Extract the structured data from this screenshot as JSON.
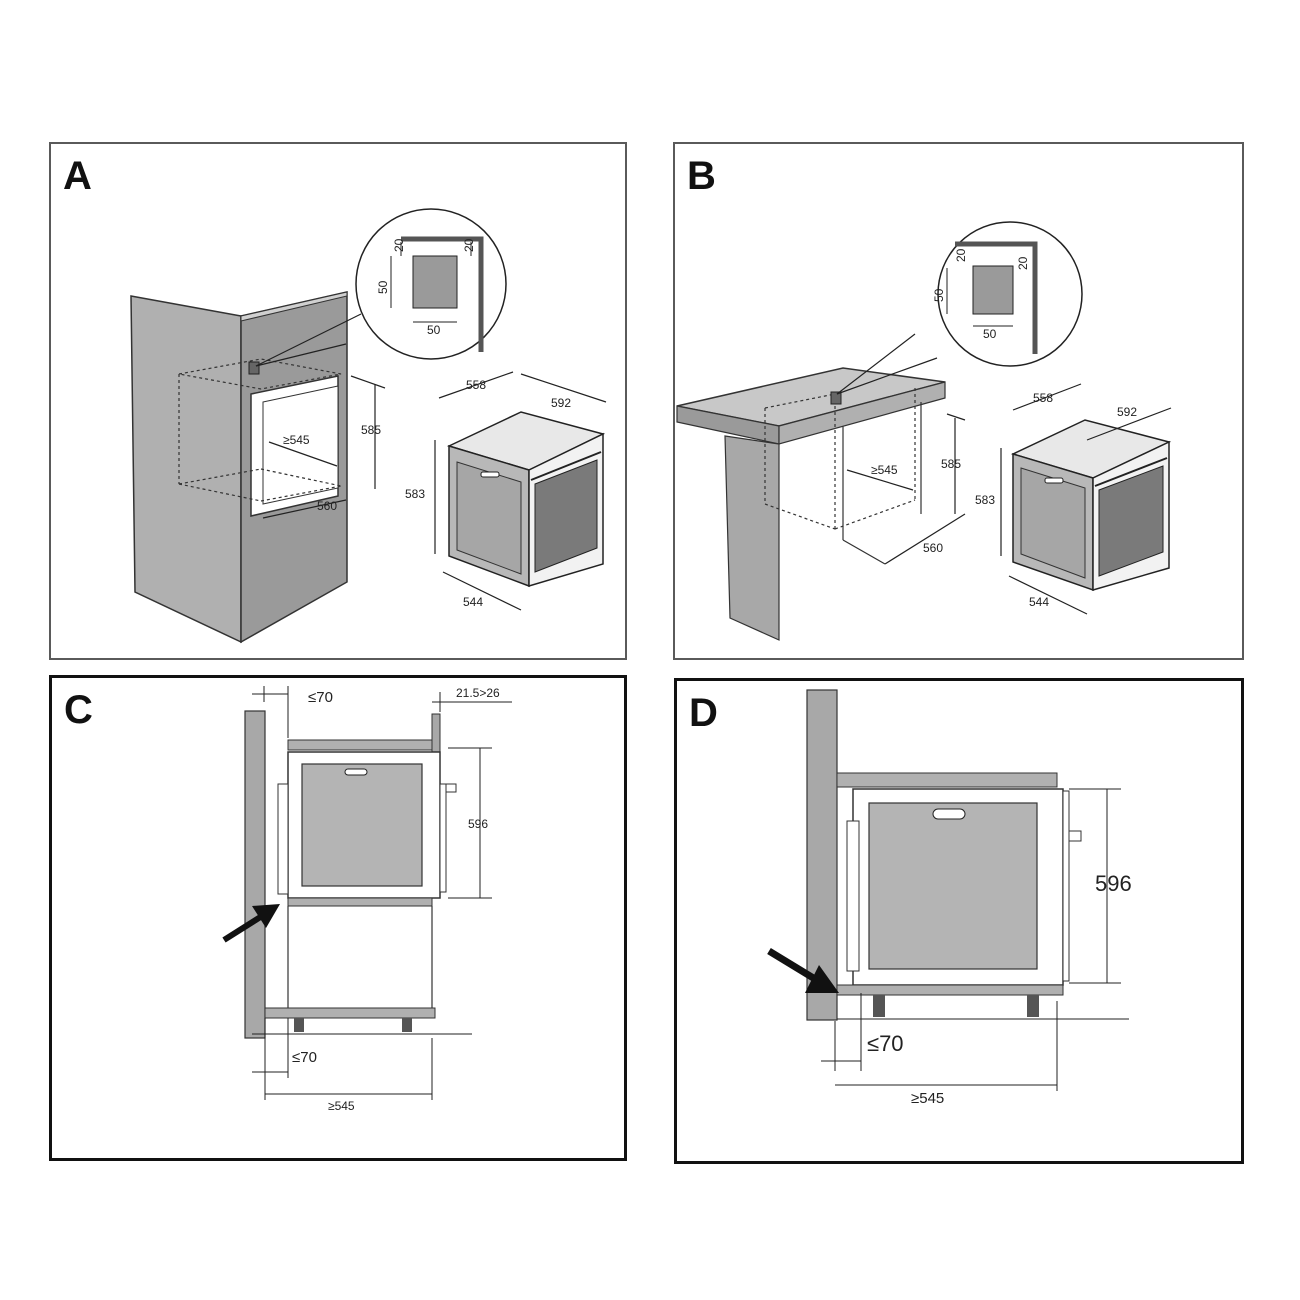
{
  "panels": {
    "a": {
      "letter": "A",
      "detail": {
        "top_height": "20",
        "side_width": "20",
        "cutout_height": "50",
        "cutout_width": "50"
      },
      "niche": {
        "width_min": "≥545",
        "height": "585",
        "depth": "560"
      },
      "oven": {
        "top_depth": "558",
        "top_width": "592",
        "height": "583",
        "bottom_width": "544"
      }
    },
    "b": {
      "letter": "B",
      "detail": {
        "top_height": "20",
        "side_width": "20",
        "cutout_height": "50",
        "cutout_width": "50"
      },
      "niche": {
        "width_min": "≥545",
        "height": "585",
        "depth": "560"
      },
      "oven": {
        "top_depth": "558",
        "top_width": "592",
        "height": "583",
        "bottom_width": "544"
      }
    },
    "c": {
      "letter": "C",
      "top_gap": "≤70",
      "top_right": "21.5>26",
      "oven_height": "596",
      "bottom_gap": "≤70",
      "depth_min": "≥545"
    },
    "d": {
      "letter": "D",
      "oven_height": "596",
      "bottom_gap": "≤70",
      "depth_min": "≥545"
    }
  },
  "colors": {
    "frame": "#5a5a5a",
    "frame_dark": "#111111",
    "cabinet": "#b0b0b0",
    "cabinet_dark": "#8e8e8e",
    "line": "#222222"
  }
}
